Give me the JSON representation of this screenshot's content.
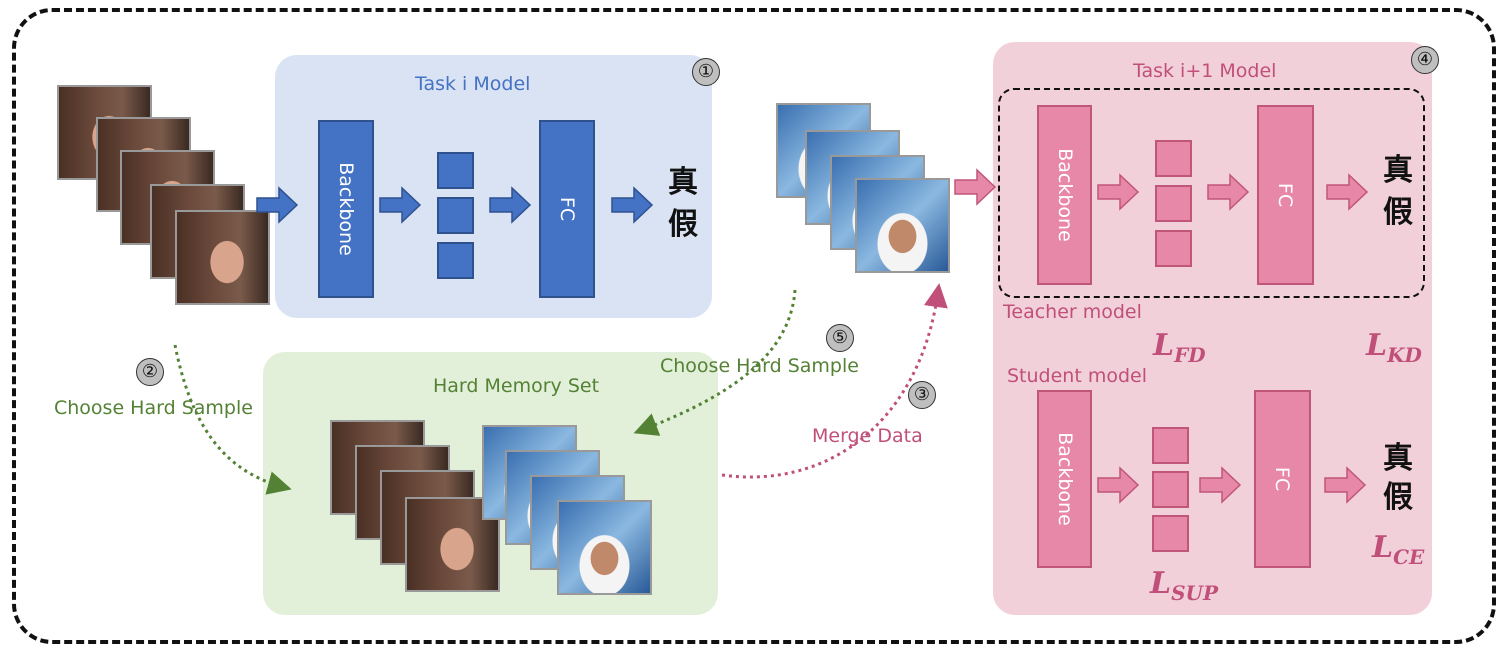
{
  "task_i": {
    "title": "Task i Model",
    "step": "①",
    "backbone": "Backbone",
    "fc": "FC",
    "out1": "真",
    "out2": "假"
  },
  "task_i1": {
    "title": "Task i+1 Model",
    "step": "④",
    "backbone": "Backbone",
    "fc": "FC",
    "out1": "真",
    "out2": "假",
    "teacher": "Teacher model",
    "student": "Student model",
    "student_backbone": "Backbone",
    "student_fc": "FC",
    "s_out1": "真",
    "s_out2": "假",
    "losses": {
      "fd": "FD",
      "kd": "KD",
      "ce": "CE",
      "sup": "SUP",
      "L": "L"
    }
  },
  "memory": {
    "title": "Hard Memory Set"
  },
  "steps": {
    "s2": "②",
    "s2_label": "Choose Hard Sample",
    "s5": "⑤",
    "s5_label": "Choose Hard Sample",
    "s3": "③",
    "s3_label": "Merge Data"
  },
  "colors": {
    "blue": "#4472c4",
    "green": "#548235",
    "pink": "#c0507a"
  }
}
